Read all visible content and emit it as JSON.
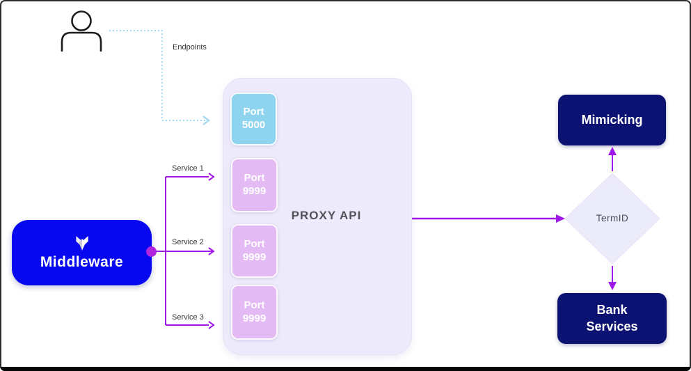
{
  "colors": {
    "accent-purple": "#a016e8",
    "dot-purple": "#b124e0",
    "light-blue": "#a6d9f2",
    "navy": "#0b1272",
    "bright-blue": "#0808f0",
    "port-blue": "#8ed4ef",
    "port-purple": "#e3baf4",
    "container-bg": "#edebfb",
    "diamond-bg": "#ecebfa",
    "proxy-label": "#515159"
  },
  "diagram": {
    "user": {
      "icon": "person-icon"
    },
    "endpoints_label": "Endpoints",
    "services": [
      {
        "label": "Service 1"
      },
      {
        "label": "Service 2"
      },
      {
        "label": "Service 3"
      }
    ],
    "proxy": {
      "title": "PROXY API",
      "ports": [
        {
          "line1": "Port",
          "line2": "5000",
          "color": "blue"
        },
        {
          "line1": "Port",
          "line2": "9999",
          "color": "purple"
        },
        {
          "line1": "Port",
          "line2": "9999",
          "color": "purple"
        },
        {
          "line1": "Port",
          "line2": "9999",
          "color": "purple"
        }
      ]
    },
    "middleware": {
      "label": "Middleware",
      "icon": "gem-icon"
    },
    "termid": {
      "label": "TermID"
    },
    "mimicking": {
      "label": "Mimicking"
    },
    "bank_services": {
      "label": "Bank Services"
    }
  }
}
